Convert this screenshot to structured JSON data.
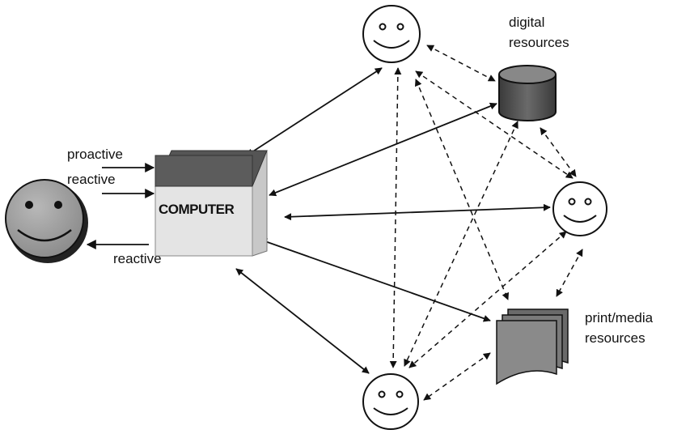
{
  "labels": {
    "proactive": "proactive",
    "reactive_in": "reactive",
    "reactive_out": "reactive",
    "computer": "COMPUTER",
    "digital_line1": "digital",
    "digital_line2": "resources",
    "print_line1": "print/media",
    "print_line2": "resources"
  },
  "colors": {
    "stroke": "#111111",
    "user_face_fill": "#9a9a9a",
    "peer_face_fill": "#ffffff",
    "cube_top": "#5a5a5a",
    "cube_front": "#e2e2e2",
    "cube_side": "#c4c4c4",
    "database_fill": "#4a4a4a",
    "print_fill": "#7a7a7a"
  },
  "icons": {
    "user": "smiley-face-icon",
    "peer": "smiley-face-icon",
    "computer": "cube-icon",
    "digital": "database-cylinder-icon",
    "print": "document-stack-icon"
  },
  "edges": {
    "solid": [
      "computer-peer-top",
      "computer-database",
      "computer-peer-right",
      "computer-print",
      "computer-peer-bottom"
    ],
    "dashed": [
      "peer-top-database",
      "peer-top-peer-right",
      "peer-top-peer-bottom",
      "peer-top-print",
      "database-peer-right",
      "database-peer-bottom",
      "peer-right-peer-bottom",
      "peer-right-print",
      "print-peer-bottom"
    ]
  }
}
